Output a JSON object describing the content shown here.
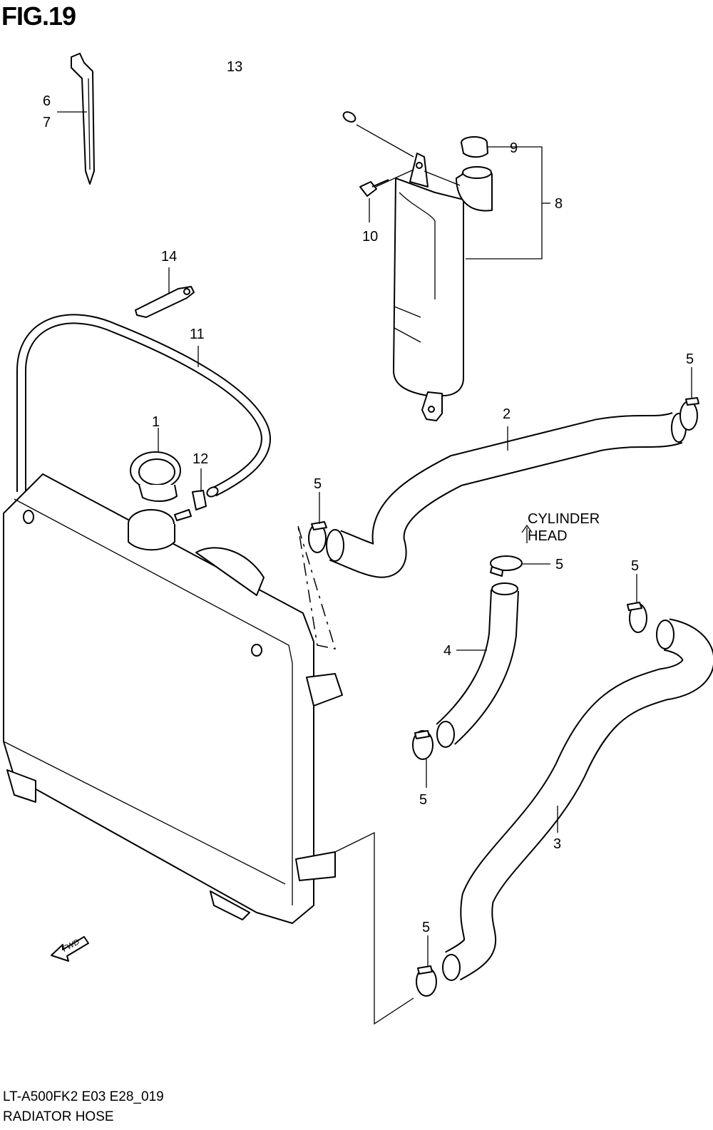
{
  "figure": {
    "title": "FIG.19"
  },
  "footer": {
    "model_code": "LT-A500FK2 E03 E28_019",
    "section_name": "RADIATOR HOSE"
  },
  "callouts": {
    "c1": "1",
    "c2": "2",
    "c3": "3",
    "c4": "4",
    "c5a": "5",
    "c5b": "5",
    "c5c": "5",
    "c5d": "5",
    "c5e": "5",
    "c5f": "5",
    "c6": "6",
    "c7": "7",
    "c8": "8",
    "c9": "9",
    "c10": "10",
    "c11": "11",
    "c12": "12",
    "c13": "13",
    "c14": "14"
  },
  "annotation": {
    "line1": "CYLINDER",
    "line2": "HEAD"
  },
  "direction_badge": {
    "text": "FWD"
  }
}
